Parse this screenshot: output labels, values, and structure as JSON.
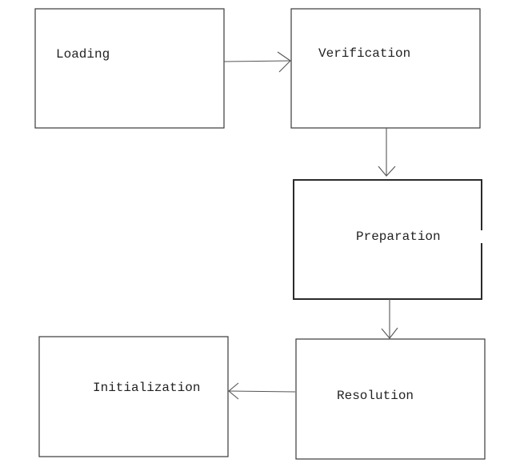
{
  "diagram": {
    "nodes": [
      {
        "id": "loading",
        "label": "Loading"
      },
      {
        "id": "verification",
        "label": "Verification"
      },
      {
        "id": "preparation",
        "label": "Preparation"
      },
      {
        "id": "resolution",
        "label": "Resolution"
      },
      {
        "id": "initialization",
        "label": "Initialization"
      }
    ],
    "edges": [
      {
        "from": "loading",
        "to": "verification"
      },
      {
        "from": "verification",
        "to": "preparation"
      },
      {
        "from": "preparation",
        "to": "resolution"
      },
      {
        "from": "resolution",
        "to": "initialization"
      }
    ]
  }
}
